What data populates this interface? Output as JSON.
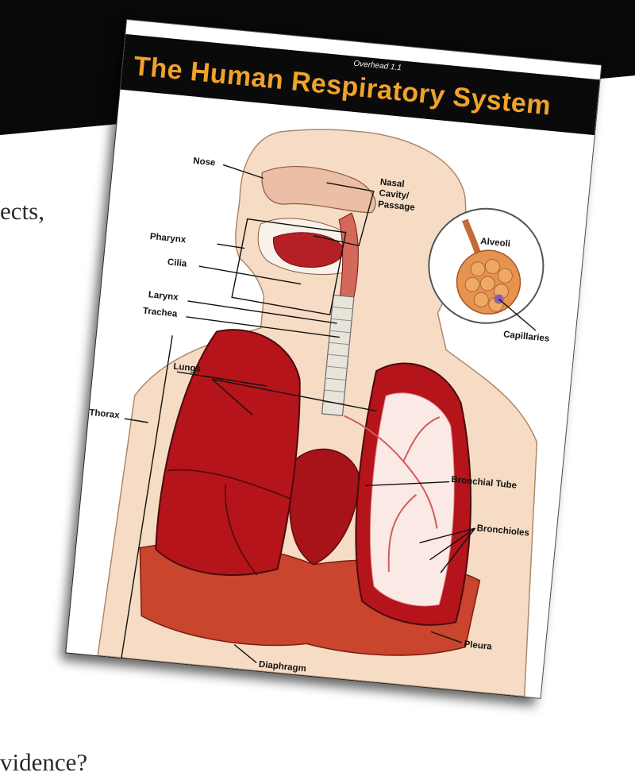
{
  "background": {
    "text_line_1": "ects,",
    "text_line_2": "vidence?"
  },
  "sheet": {
    "overhead": "Overhead 1.1",
    "title": "The Human Respiratory System"
  },
  "labels": {
    "nose": "Nose",
    "nasal_1": "Nasal",
    "nasal_2": "Cavity/",
    "nasal_3": "Passage",
    "pharynx": "Pharynx",
    "cilia": "Cilia",
    "larynx": "Larynx",
    "trachea": "Trachea",
    "lungs": "Lungs",
    "thorax": "Thorax",
    "alveoli": "Alveoli",
    "capillaries": "Capillaries",
    "bronchial_tube": "Bronchial Tube",
    "bronchioles": "Bronchioles",
    "pleura": "Pleura",
    "diaphragm": "Diaphragm"
  },
  "colors": {
    "title": "#f0a22a",
    "lung": "#b5141a",
    "skin": "#f6dcc4",
    "diaphragm": "#c9452e"
  }
}
